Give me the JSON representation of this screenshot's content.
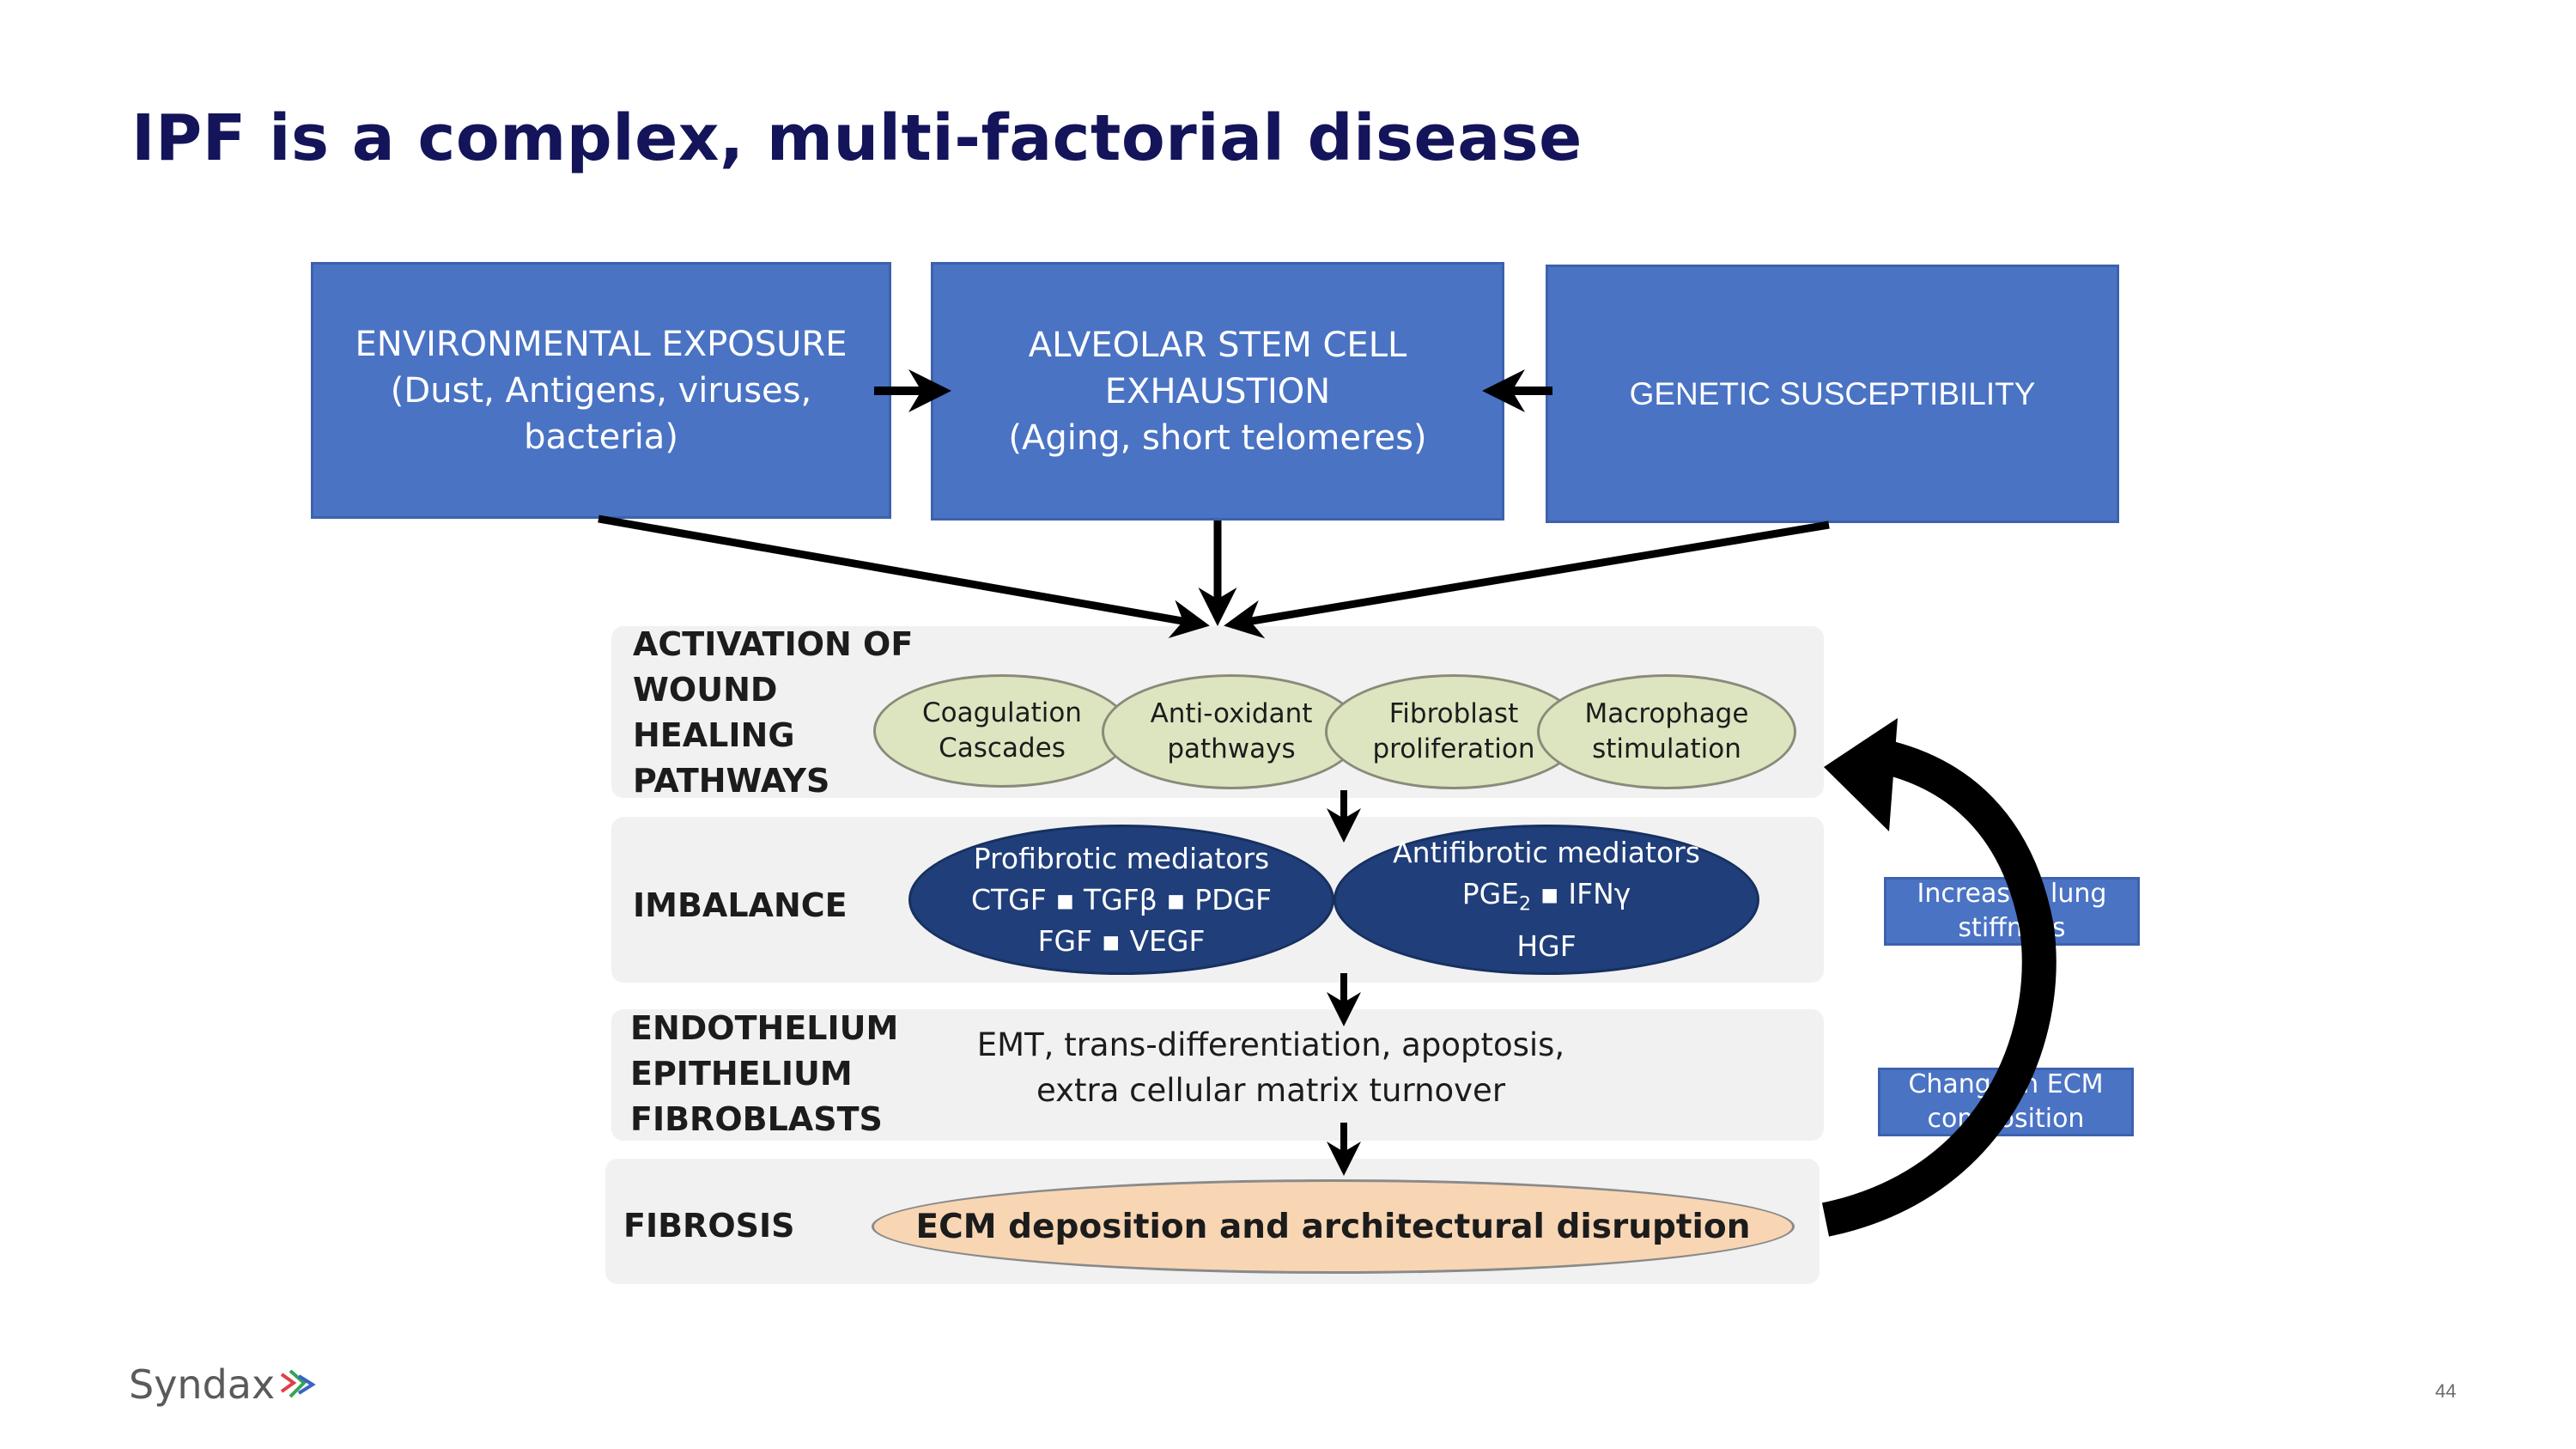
{
  "title": "IPF is a complex, multi-factorial disease",
  "top_boxes": {
    "environmental": {
      "line1": "ENVIRONMENTAL EXPOSURE",
      "line2": "(Dust, Antigens, viruses, bacteria)"
    },
    "alveolar": {
      "line1": "ALVEOLAR STEM CELL",
      "line2": "EXHAUSTION",
      "line3": "(Aging, short telomeres)"
    },
    "genetic": {
      "line1": "GENETIC SUSCEPTIBILITY"
    }
  },
  "rows": {
    "activation": {
      "label": "ACTIVATION OF\nWOUND\nHEALING\nPATHWAYS",
      "pathways": [
        "Coagulation\nCascades",
        "Anti-oxidant\npathways",
        "Fibroblast\nproliferation",
        "Macrophage\nstimulation"
      ]
    },
    "imbalance": {
      "label": "IMBALANCE",
      "profibrotic": {
        "title": "Profibrotic mediators",
        "line1": "CTGF ▪ TGFβ ▪ PDGF",
        "line2": "FGF ▪ VEGF"
      },
      "antifibrotic": {
        "title": "Antifibrotic mediators",
        "line1_pre": "PGE",
        "line1_sub": "2",
        "line1_post": " ▪ IFNγ",
        "line2": "HGF"
      }
    },
    "endothelium": {
      "label": "ENDOTHELIUM\nEPITHELIUM\nFIBROBLASTS",
      "text": "EMT, trans-differentiation, apoptosis, extra cellular matrix turnover"
    },
    "fibrosis": {
      "label": "FIBROSIS",
      "text": "ECM deposition and architectural disruption"
    }
  },
  "feedback": {
    "stiffness": "Increased lung\nstiffness",
    "ecm_change": "Change in ECM\ncomposition"
  },
  "footer": {
    "logo": "Syndax",
    "page_number": "44"
  },
  "colors": {
    "title": "#14145a",
    "box_blue": "#4a73c4",
    "mediator_navy": "#1f3e7a",
    "pathway_green": "#dde5c0",
    "ecm_peach": "#f8d6b4"
  }
}
